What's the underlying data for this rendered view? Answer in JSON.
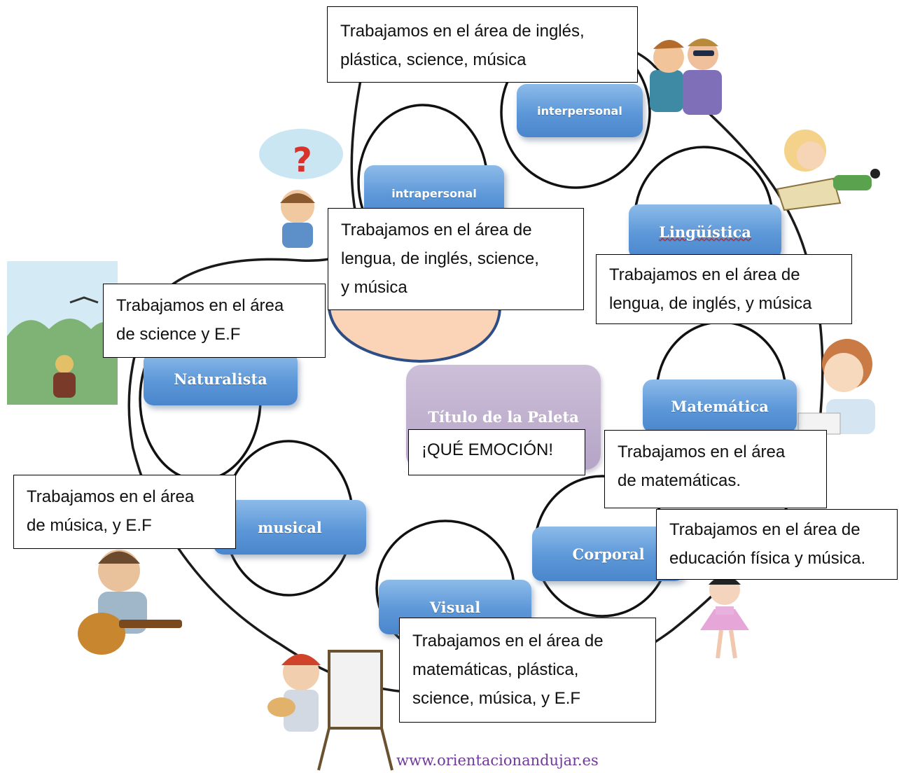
{
  "center": {
    "title": "Título de la Paleta",
    "emotion": "¡QUÉ EMOCIÓN!"
  },
  "intelligences": {
    "interpersonal": "interpersonal",
    "intrapersonal": "intrapersonal",
    "linguistica": "Lingüística",
    "naturalista": "Naturalista",
    "matematica": "Matemática",
    "musical": "musical",
    "corporal": "Corporal",
    "visual": "Visual"
  },
  "notes": {
    "interpersonal": "Trabajamos en el área de inglés,\nplástica, science, música",
    "intrapersonal": "Trabajamos en el área de\nlengua, de inglés, science,\ny  música",
    "linguistica": "Trabajamos en el área de\nlengua, de inglés, y  música",
    "naturalista": "Trabajamos en el área\nde science y E.F",
    "matematica": "Trabajamos en el área\nde matemáticas.",
    "musical": "Trabajamos en el área\nde música, y E.F",
    "corporal": "Trabajamos en el área de\neducación física y música.",
    "visual": "Trabajamos en el área de\nmatemáticas, plástica,\nscience, música, y E.F"
  },
  "footer": {
    "url": "www.orientacionandujar.es"
  },
  "colors": {
    "pill_blue": "#5c97d8",
    "title_lilac": "#c4b5d3",
    "peach": "#fbd3b6",
    "footer_purple": "#6f3a98"
  },
  "illustrations": [
    "friends-laughing-icon",
    "thinking-child-icon",
    "reading-girl-icon",
    "sky-walker-icon",
    "writing-boy-icon",
    "guitar-boy-icon",
    "ballet-girl-icon",
    "painter-girl-icon"
  ]
}
